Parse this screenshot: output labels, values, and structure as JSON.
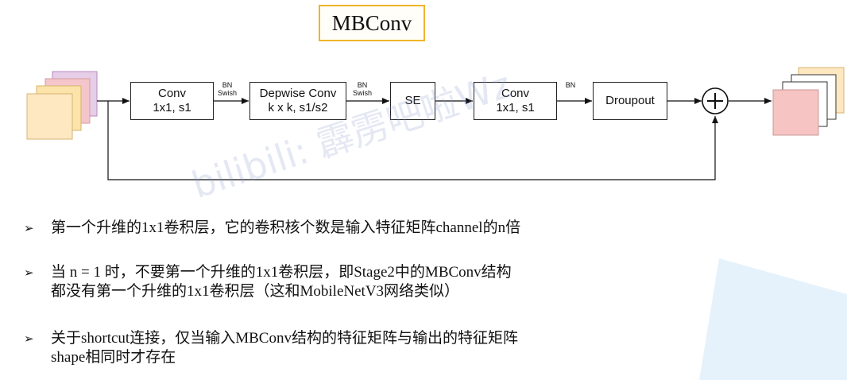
{
  "title": "MBConv",
  "blocks": {
    "conv1": {
      "line1": "Conv",
      "line2": "1x1, s1"
    },
    "dwconv": {
      "line1": "Depwise Conv",
      "line2": "k x k, s1/s2"
    },
    "se": {
      "line1": "SE"
    },
    "conv2": {
      "line1": "Conv",
      "line2": "1x1, s1"
    },
    "dropout": {
      "line1": "Droupout"
    }
  },
  "edge_labels": {
    "bn_swish_1": {
      "line1": "BN",
      "line2": "Swish"
    },
    "bn_swish_2": {
      "line1": "BN",
      "line2": "Swish"
    },
    "bn_3": {
      "line1": "BN"
    }
  },
  "add_symbol": "+",
  "watermark": "bilibili: 霹雳吧啦Wz",
  "bullet_marker": "➢",
  "bullets": [
    {
      "lines": [
        "第一个升维的1x1卷积层，它的卷积核个数是输入特征矩阵channel的n倍"
      ]
    },
    {
      "lines": [
        "当 n = 1 时，不要第一个升维的1x1卷积层，即Stage2中的MBConv结构",
        "都没有第一个升维的1x1卷积层（这和MobileNetV3网络类似）"
      ]
    },
    {
      "lines": [
        "关于shortcut连接，仅当输入MBConv结构的特征矩阵与输出的特征矩阵",
        "shape相同时才存在"
      ]
    }
  ],
  "colors": {
    "title_border": "#f0b429",
    "input_stack": [
      "#d9b8e0",
      "#f4c4c8",
      "#fbe2a8",
      "#fde6b8"
    ],
    "output_stack": [
      "#fde6b8",
      "#ffffff",
      "#ffffff",
      "#f7c4c2"
    ],
    "corner_accent": "#e6f2fb"
  }
}
